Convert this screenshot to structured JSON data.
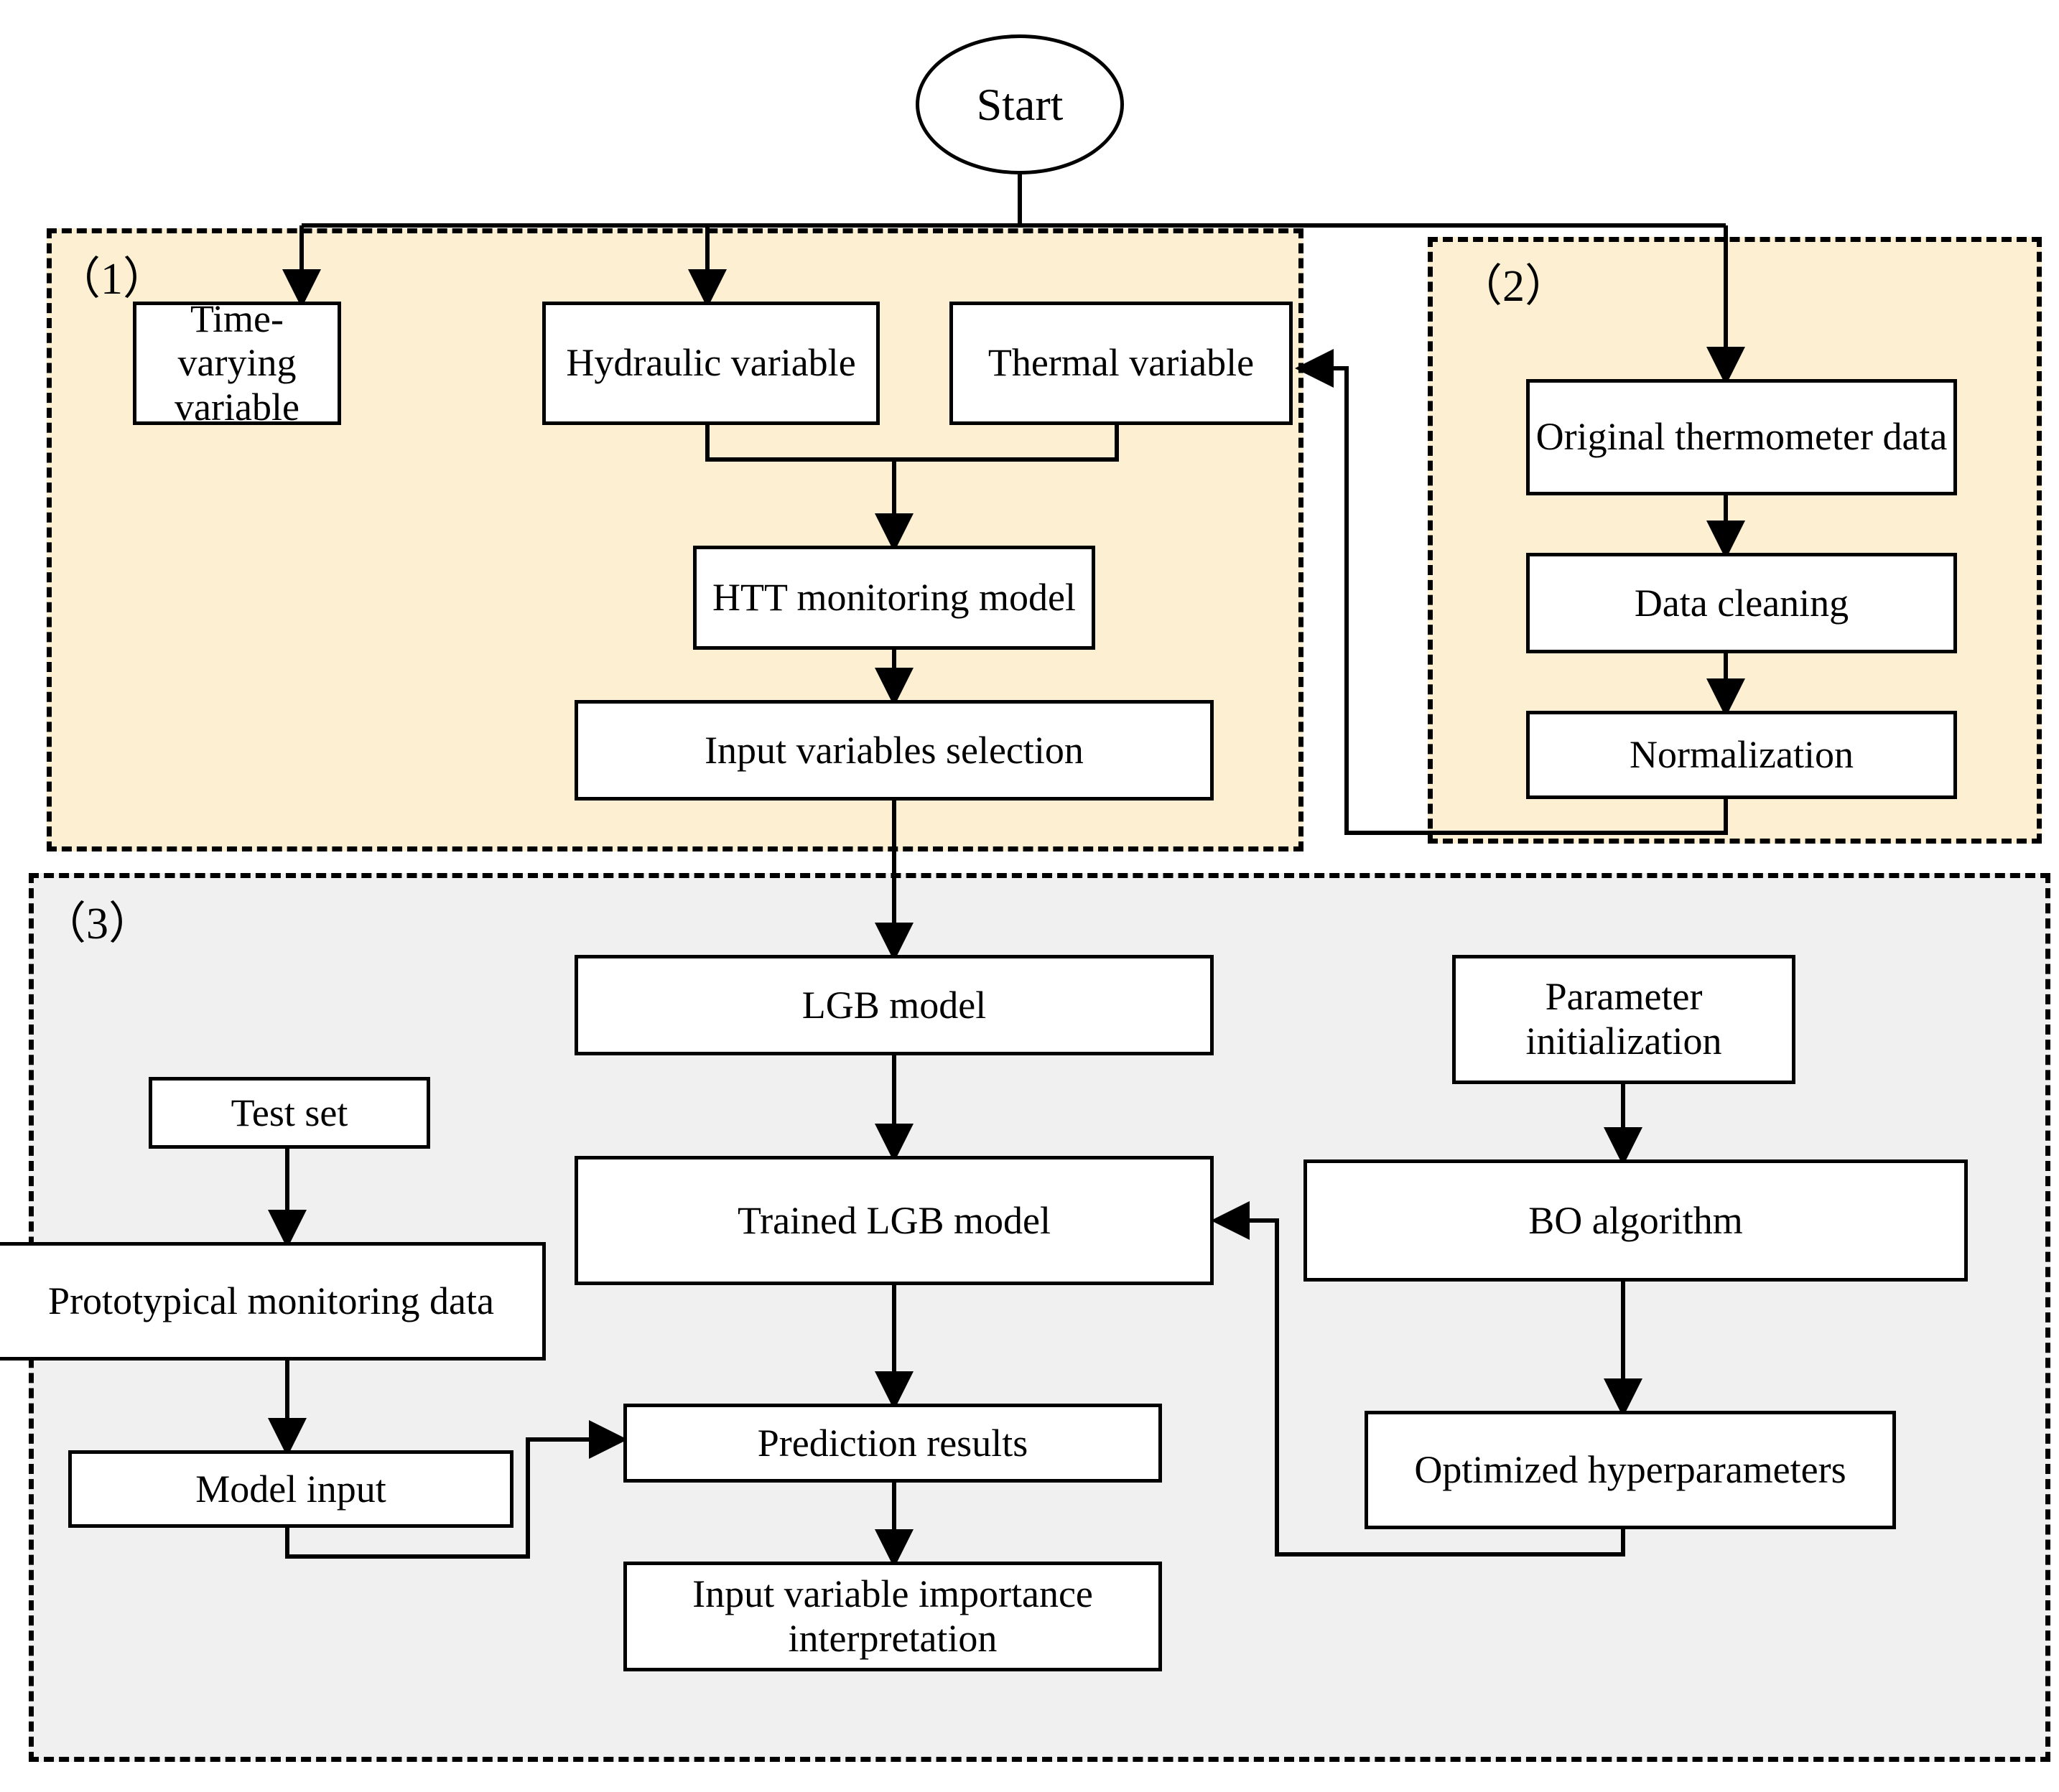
{
  "diagram": {
    "title_node": "Start",
    "colors": {
      "stage1_fill": "#FDF0D2",
      "stage2_fill": "#FDF0D2",
      "stage3_fill": "#F0F0F0",
      "stroke": "#000000",
      "node_fill": "#FFFFFF"
    },
    "panels": [
      {
        "id": "stage1",
        "label": "（1）"
      },
      {
        "id": "stage2",
        "label": "（2）"
      },
      {
        "id": "stage3",
        "label": "（3）"
      }
    ],
    "nodes": {
      "start": "Start",
      "time_varying_variable": "Time-varying variable",
      "hydraulic_variable": "Hydraulic variable",
      "thermal_variable": "Thermal variable",
      "htt_monitoring_model": "HTT monitoring model",
      "input_variables_selection": "Input variables selection",
      "original_thermometer_data": "Original thermometer data",
      "data_cleaning": "Data cleaning",
      "normalization": "Normalization",
      "lgb_model": "LGB model",
      "trained_lgb_model": "Trained LGB model",
      "prediction_results": "Prediction results",
      "input_variable_importance_interpretation": "Input variable importance interpretation",
      "test_set": "Test set",
      "prototypical_monitoring_data": "Prototypical monitoring data",
      "model_input": "Model input",
      "parameter_initialization": "Parameter initialization",
      "bo_algorithm": "BO algorithm",
      "optimized_hyperparameters": "Optimized hyperparameters"
    },
    "edges": [
      {
        "from": "start",
        "to": "time_varying_variable"
      },
      {
        "from": "start",
        "to": "hydraulic_variable"
      },
      {
        "from": "start",
        "to": "original_thermometer_data"
      },
      {
        "from": "hydraulic_variable",
        "to": "htt_monitoring_model"
      },
      {
        "from": "thermal_variable",
        "to": "htt_monitoring_model"
      },
      {
        "from": "htt_monitoring_model",
        "to": "input_variables_selection"
      },
      {
        "from": "input_variables_selection",
        "to": "lgb_model"
      },
      {
        "from": "original_thermometer_data",
        "to": "data_cleaning"
      },
      {
        "from": "data_cleaning",
        "to": "normalization"
      },
      {
        "from": "normalization",
        "to": "thermal_variable"
      },
      {
        "from": "lgb_model",
        "to": "trained_lgb_model"
      },
      {
        "from": "trained_lgb_model",
        "to": "prediction_results"
      },
      {
        "from": "prediction_results",
        "to": "input_variable_importance_interpretation"
      },
      {
        "from": "test_set",
        "to": "prototypical_monitoring_data"
      },
      {
        "from": "prototypical_monitoring_data",
        "to": "model_input"
      },
      {
        "from": "model_input",
        "to": "prediction_results"
      },
      {
        "from": "parameter_initialization",
        "to": "bo_algorithm"
      },
      {
        "from": "bo_algorithm",
        "to": "optimized_hyperparameters"
      },
      {
        "from": "optimized_hyperparameters",
        "to": "trained_lgb_model"
      }
    ]
  }
}
